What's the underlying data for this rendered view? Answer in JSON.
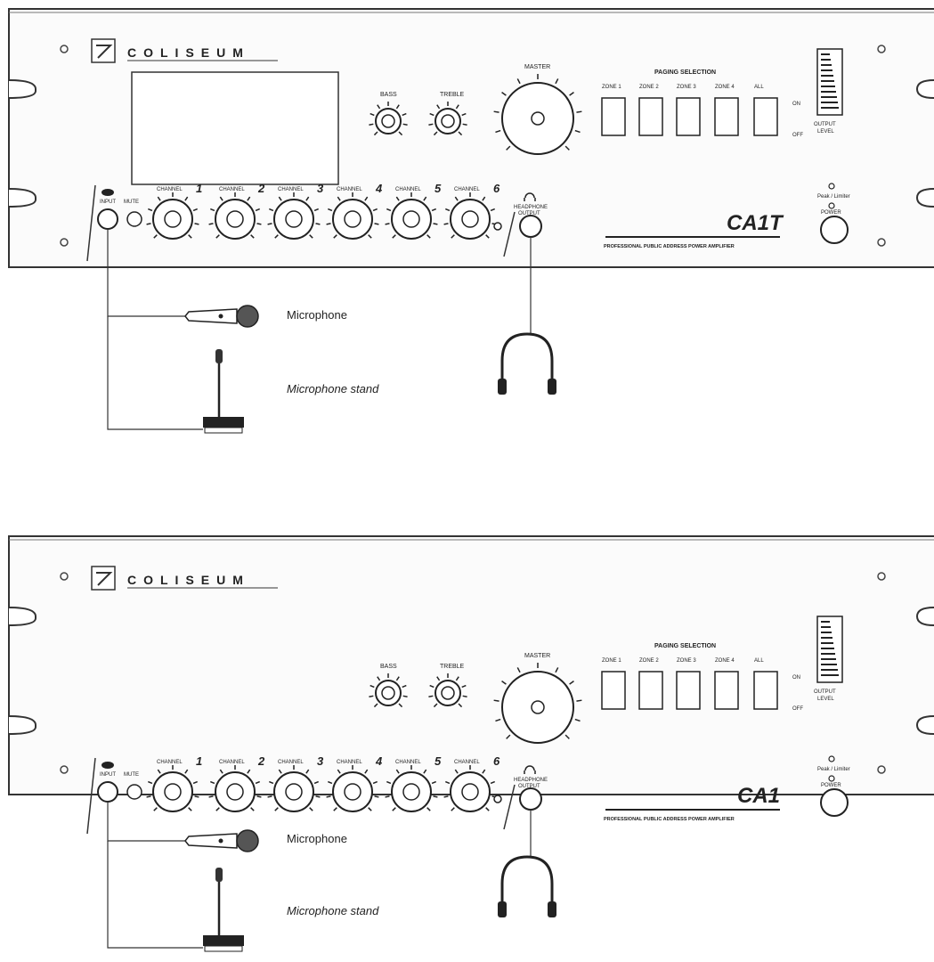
{
  "units": [
    {
      "brand": "COLISEUM",
      "model": "CA1T",
      "subtitle": "PROFESSIONAL PUBLIC ADDRESS POWER AMPLIFIER",
      "has_display": true,
      "knobs": {
        "bass": "BASS",
        "treble": "TREBLE",
        "master": "MASTER"
      },
      "paging": {
        "title": "PAGING SELECTION",
        "zones": [
          "ZONE 1",
          "ZONE 2",
          "ZONE 3",
          "ZONE 4",
          "ALL"
        ],
        "on": "ON",
        "off": "OFF"
      },
      "output_level": [
        "OUTPUT",
        "LEVEL"
      ],
      "channels": [
        {
          "label": "CHANNEL",
          "num": "1"
        },
        {
          "label": "CHANNEL",
          "num": "2"
        },
        {
          "label": "CHANNEL",
          "num": "3"
        },
        {
          "label": "CHANNEL",
          "num": "4"
        },
        {
          "label": "CHANNEL",
          "num": "5"
        },
        {
          "label": "CHANNEL",
          "num": "6"
        }
      ],
      "input_label": "INPUT",
      "mute_label": "MUTE",
      "headphone": [
        "HEADPHONE",
        "OUTPUT"
      ],
      "peak_limiter": "Peak / Limiter",
      "power": "POWER",
      "microphone_label": "Microphone",
      "stand_label": "Microphone stand"
    },
    {
      "brand": "COLISEUM",
      "model": "CA1",
      "subtitle": "PROFESSIONAL PUBLIC ADDRESS POWER AMPLIFIER",
      "has_display": false,
      "knobs": {
        "bass": "BASS",
        "treble": "TREBLE",
        "master": "MASTER"
      },
      "paging": {
        "title": "PAGING SELECTION",
        "zones": [
          "ZONE 1",
          "ZONE 2",
          "ZONE 3",
          "ZONE 4",
          "ALL"
        ],
        "on": "ON",
        "off": "OFF"
      },
      "output_level": [
        "OUTPUT",
        "LEVEL"
      ],
      "channels": [
        {
          "label": "CHANNEL",
          "num": "1"
        },
        {
          "label": "CHANNEL",
          "num": "2"
        },
        {
          "label": "CHANNEL",
          "num": "3"
        },
        {
          "label": "CHANNEL",
          "num": "4"
        },
        {
          "label": "CHANNEL",
          "num": "5"
        },
        {
          "label": "CHANNEL",
          "num": "6"
        }
      ],
      "input_label": "INPUT",
      "mute_label": "MUTE",
      "headphone": [
        "HEADPHONE",
        "OUTPUT"
      ],
      "peak_limiter": "Peak / Limiter",
      "power": "POWER",
      "microphone_label": "Microphone",
      "stand_label": "Microphone stand"
    }
  ]
}
